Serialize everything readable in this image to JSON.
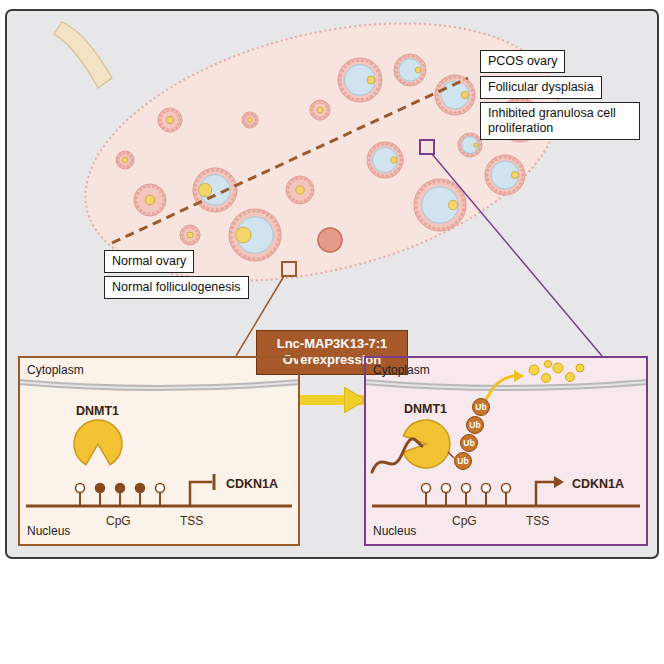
{
  "diagram": {
    "nodes": [
      {
        "text": [
          "PCOS ovary"
        ]
      },
      {
        "text": [
          "Follicular dysplasia"
        ]
      },
      {
        "text": [
          "Inhibited granulosa cell proliferation"
        ]
      },
      {
        "text": [
          "Normal ovary"
        ]
      },
      {
        "text": [
          "Normal folliculogenesis"
        ]
      },
      {
        "text": [
          "Lnc-MAP3K13-7:1 Overexpression"
        ]
      },
      {
        "text": [
          "Cytoplasm",
          "Nucleus"
        ]
      },
      {
        "text": [
          "Cytoplasm",
          "Nucleus"
        ]
      },
      {
        "text": [
          "Ub"
        ],
        "in": 7
      },
      {
        "text": [
          "Ub"
        ],
        "in": 7
      },
      {
        "text": [
          "Ub"
        ],
        "in": 7
      },
      {
        "text": [
          "Ub"
        ],
        "in": 7
      }
    ],
    "edges": [
      {
        "from": 6,
        "to": 7,
        "arrow": "to"
      }
    ],
    "labels": [
      "DNMT1",
      "CpG",
      "TSS",
      "CDKN1A",
      "DNMT1",
      "CpG",
      "TSS",
      "CDKN1A"
    ]
  }
}
